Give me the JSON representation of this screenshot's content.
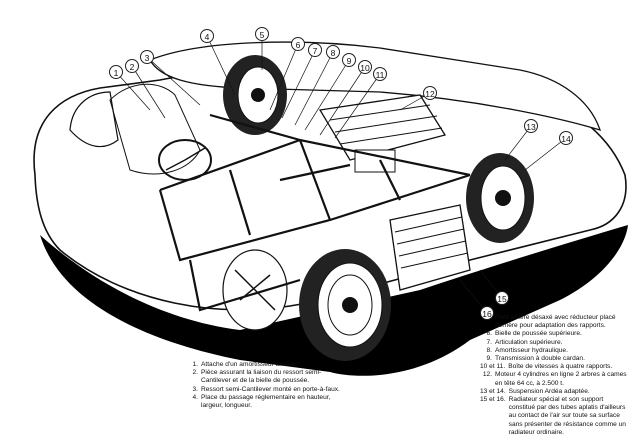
{
  "callouts": [
    "1",
    "2",
    "3",
    "4",
    "5",
    "6",
    "7",
    "8",
    "9",
    "10",
    "11",
    "12",
    "13",
    "14",
    "15",
    "16"
  ],
  "legend_left": [
    {
      "num": "1.",
      "text": "Attache d'un amortisseur arrière."
    },
    {
      "num": "2.",
      "text": "Pièce assurant la liaison du ressort semi-Cantilever et de la bielle de poussée."
    },
    {
      "num": "3.",
      "text": "Ressort semi-Cantilever monté en porte-à-faux."
    },
    {
      "num": "4.",
      "text": "Place du passage réglementaire en hauteur, largeur, longueur."
    }
  ],
  "legend_right": [
    {
      "num": "",
      "text": "Pont arrière désaxé avec réducteur placé derrière pour adaptation des rapports."
    },
    {
      "num": "6.",
      "text": "Bielle de poussée supérieure."
    },
    {
      "num": "7.",
      "text": "Articulation supérieure."
    },
    {
      "num": "8.",
      "text": "Amortisseur hydraulique."
    },
    {
      "num": "9.",
      "text": "Transmission à double cardan."
    },
    {
      "num": "10 et 11.",
      "text": "Boîte de vitesses à quatre rapports."
    },
    {
      "num": "12.",
      "text": "Moteur 4 cylindres en ligne 2 arbres à cames en tête 64 cc, à 2.500 t."
    },
    {
      "num": "13 et 14.",
      "text": "Suspension Ardéa adaptée."
    },
    {
      "num": "15 et 16.",
      "text": "Radiateur spécial et son support constitué par des tubes aplatis d'ailleurs au contact de l'air sur toute sa surface sans présenter de résistance comme un radiateur ordinaire."
    }
  ],
  "colors": {
    "ink": "#111111",
    "shadow": "#000000",
    "paper": "#ffffff"
  }
}
